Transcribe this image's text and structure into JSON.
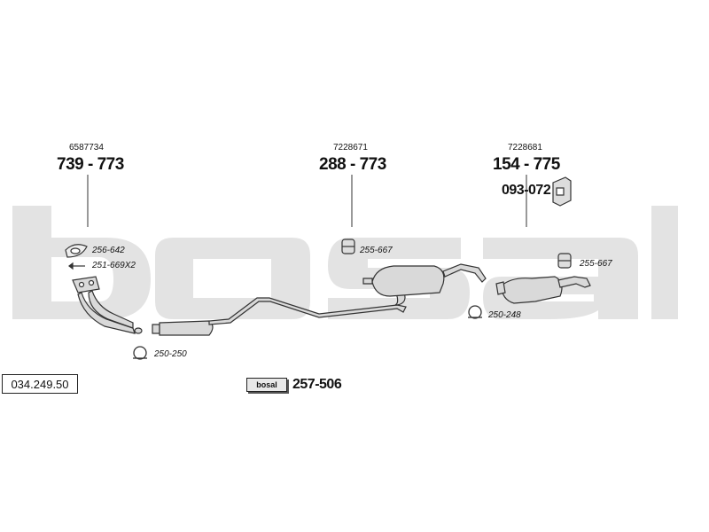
{
  "brand_watermark": "bosal",
  "catalog_code": "034.249.50",
  "assemblies": [
    {
      "oem": "6587734",
      "part": "739 - 773"
    },
    {
      "oem": "7228671",
      "part": "288 - 773"
    },
    {
      "oem": "7228681",
      "part": "154 - 775"
    }
  ],
  "bracket_part": "093-072",
  "accessories": {
    "gasket": "256-642",
    "bolt": "251-669X2",
    "clamp_front": "250-250",
    "rubber_mid": "255-667",
    "rubber_rear": "255-667",
    "clamp_rear": "250-248"
  },
  "kit": {
    "badge": "bosal",
    "part": "257-506"
  },
  "colors": {
    "watermark": "#e3e3e3",
    "line": "#333333",
    "part_fill": "#d9d9d9"
  }
}
